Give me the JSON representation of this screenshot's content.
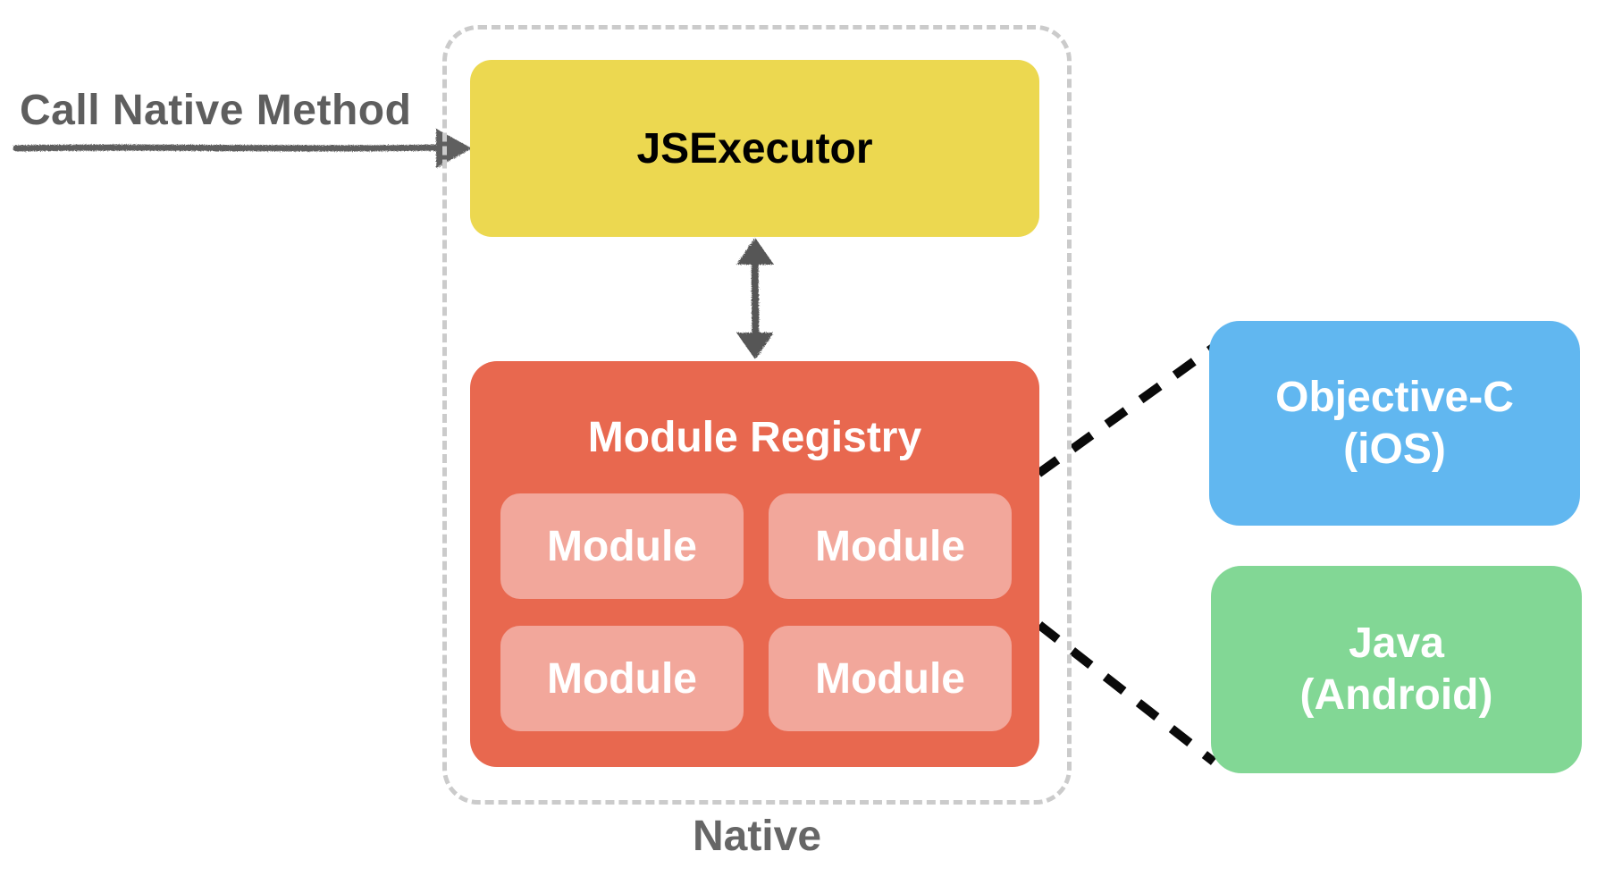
{
  "labels": {
    "call_native_method": "Call Native Method",
    "jsexecutor": "JSExecutor",
    "module_registry": "Module Registry",
    "modules": [
      "Module",
      "Module",
      "Module",
      "Module"
    ],
    "objective_c_line1": "Objective-C",
    "objective_c_line2": "(iOS)",
    "java_line1": "Java",
    "java_line2": "(Android)",
    "native": "Native"
  },
  "colors": {
    "jsexecutor_bg": "#ECD850",
    "jsexecutor_text": "#000000",
    "module_registry_bg": "#E8684F",
    "module_bg": "#F2A79B",
    "objective_c_bg": "#61B7F0",
    "java_bg": "#82D795",
    "box_text_light": "#FFFFFF",
    "label_gray": "#5E5E5E",
    "native_label_gray": "#666666",
    "container_border_gray": "#CBCBCB",
    "arrow_gray": "#565656",
    "connector_black": "#0A0A0A"
  },
  "icons": {
    "call_arrow": "right-arrow",
    "jsexecutor_registry_link": "bidirectional-vertical-arrow",
    "registry_ios_link": "dashed-diagonal-line",
    "registry_android_link": "dashed-diagonal-line"
  }
}
